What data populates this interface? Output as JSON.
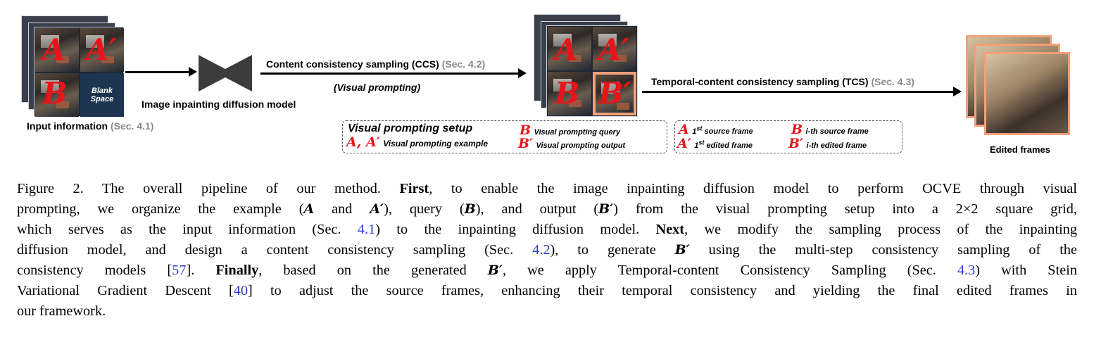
{
  "labels": {
    "input_information": "Input information",
    "input_information_ref": "(Sec. 4.1)",
    "inpainting_model": "Image inpainting  diffusion model",
    "ccs": "Content consistency sampling (CCS)",
    "ccs_ref": "(Sec. 4.2)",
    "visual_prompting": "(Visual prompting)",
    "tcs": "Temporal-content consistency sampling (TCS)",
    "tcs_ref": "(Sec. 4.3)",
    "edited_frames": "Edited frames",
    "blank_space_1": "Blank",
    "blank_space_2": "Space"
  },
  "grid_letters": {
    "a": "A",
    "a_prime": "A′",
    "b": "B",
    "b_prime": "B′"
  },
  "legend_setup": {
    "title": "Visual prompting setup",
    "example_sym": "A, A′",
    "example": "Visual prompting example",
    "query_sym": "B",
    "query": "Visual prompting query",
    "output_sym": "B′",
    "output": "Visual prompting output"
  },
  "legend_frames": {
    "a_sym": "A",
    "a_label_sup": "st",
    "a_label_pre": "1",
    "a_label_post": " source frame",
    "b_sym": "B",
    "b_label": "i-th source frame",
    "ap_sym": "A′",
    "ap_label_pre": "1",
    "ap_label_sup": "st",
    "ap_label_post": " edited frame",
    "bp_sym": "B′",
    "bp_label": "i-th edited frame"
  },
  "caption": {
    "l1_a": "Figure 2.  The overall pipeline of our method.",
    "l1_b": "First",
    "l1_c": ", to enable the image inpainting diffusion model to perform OCVE through visual",
    "l2_a": "prompting, we organize the example (",
    "l2_m1": "A",
    "l2_b": " and ",
    "l2_m2": "A′",
    "l2_c": "), query (",
    "l2_m3": "B",
    "l2_d": "), and output (",
    "l2_m4": "B′",
    "l2_e": ") from the visual prompting setup into a 2×2 square grid,",
    "l3_a": "which serves as the input information (Sec. ",
    "l3_ref": "4.1",
    "l3_b": ") to the inpainting diffusion model.",
    "l3_c": "Next",
    "l3_d": ", we modify the sampling process of the inpainting",
    "l4_a": "diffusion model, and design a content consistency sampling (Sec. ",
    "l4_ref": "4.2",
    "l4_b": "), to generate ",
    "l4_m": "B′",
    "l4_c": " using the multi-step consistency sampling of the",
    "l5_a": "consistency models [",
    "l5_ref": "57",
    "l5_b": "].",
    "l5_c": "Finally",
    "l5_d": ", based on the generated ",
    "l5_m": "B′",
    "l5_e": ", we apply Temporal-content Consistency Sampling (Sec. ",
    "l5_ref2": "4.3",
    "l5_f": ") with Stein",
    "l6_a": "Variational Gradient Descent [",
    "l6_ref": "40",
    "l6_b": "] to adjust the source frames, enhancing their temporal consistency and yielding the final edited frames in",
    "l7_a": "our framework."
  },
  "colors": {
    "accent_red": "#e8141a",
    "edited_border": "#f2a07a",
    "ref_blue": "#2a3fd0",
    "muted_gray": "#8a8a8a"
  }
}
